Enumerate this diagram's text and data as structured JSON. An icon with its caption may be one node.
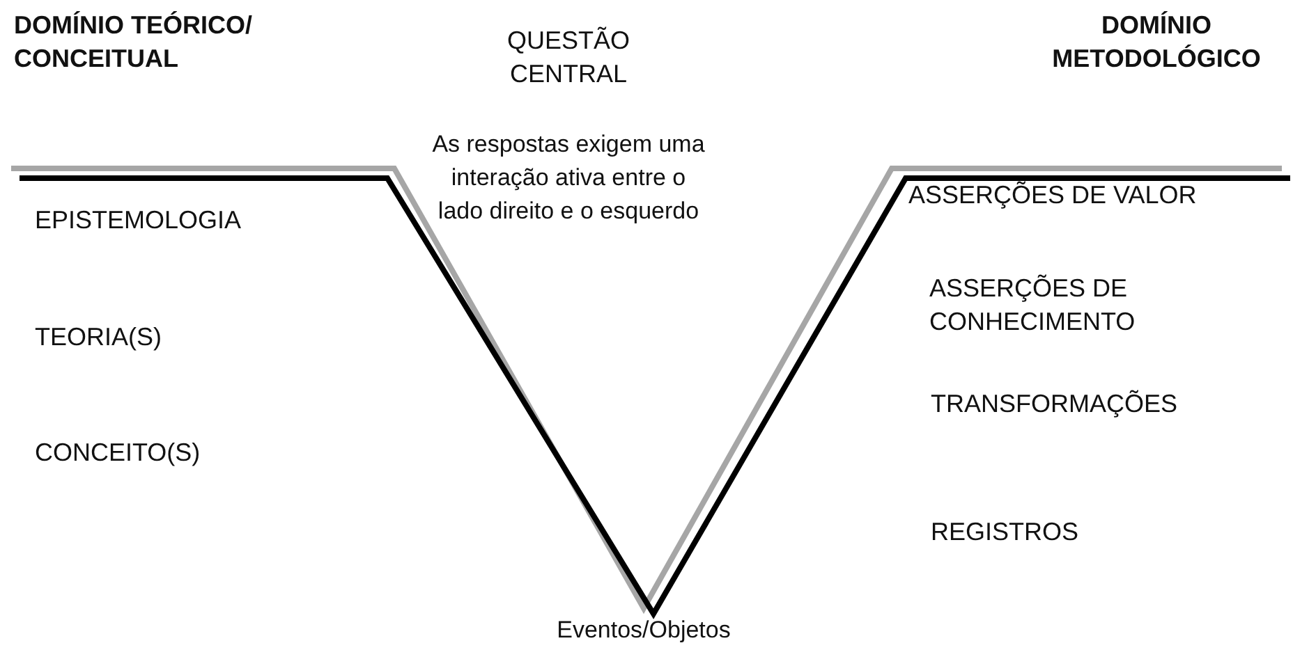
{
  "diagram": {
    "labels": [
      "DOMÍNIO TEÓRICO/ CONCEITUAL",
      "QUESTÃO CENTRAL",
      "DOMÍNIO METODOLÓGICO",
      "EPISTEMOLOGIA",
      "As respostas exigem uma interação ativa entre o lado direito e o esquerdo",
      "ASSERÇÕES DE VALOR",
      "TEORIA(S)",
      "ASSERÇÕES DE CONHECIMENTO",
      "TRANSFORMAÇÕES",
      "CONCEITO(S)",
      "REGISTROS",
      "Eventos/Objetos"
    ]
  }
}
